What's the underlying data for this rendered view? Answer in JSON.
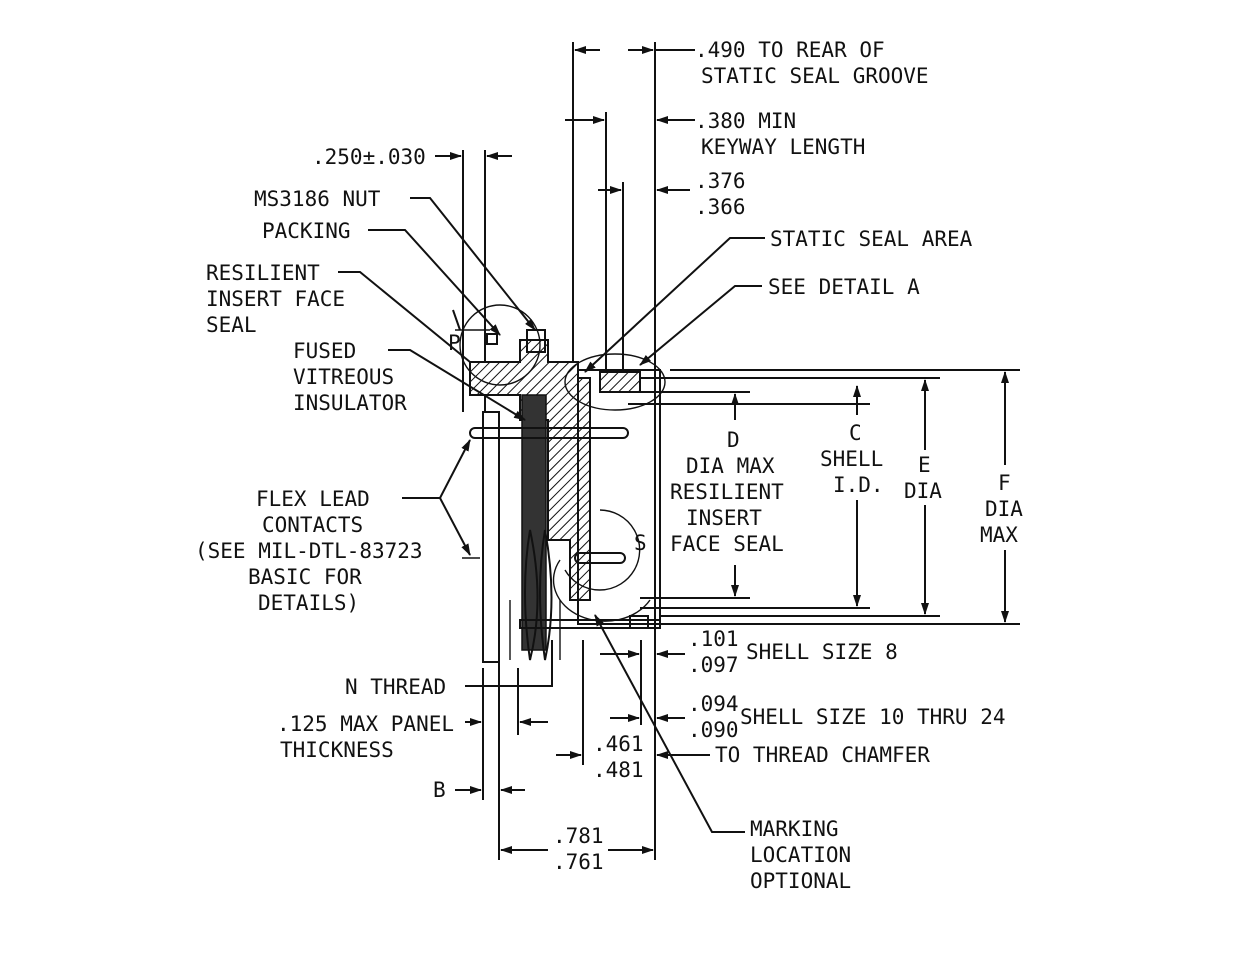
{
  "labels": {
    "rear_groove_1": ".490 TO REAR OF",
    "rear_groove_2": "STATIC SEAL GROOVE",
    "keyway_1": ".380 MIN",
    "keyway_2": "KEYWAY LENGTH",
    "dim_376": ".376",
    "dim_366": ".366",
    "dim_250": ".250±.030",
    "nut": "MS3186 NUT",
    "packing": "PACKING",
    "resilient_1": "RESILIENT",
    "resilient_2": "INSERT FACE",
    "resilient_3": "SEAL",
    "fused_1": "FUSED",
    "fused_2": "VITREOUS",
    "fused_3": "INSULATOR",
    "static_seal": "STATIC SEAL AREA",
    "detail_a": "SEE DETAIL A",
    "p": "P",
    "s": "S",
    "d_1": "D",
    "d_2": "DIA MAX",
    "d_3": "RESILIENT",
    "d_4": "INSERT",
    "d_5": "FACE SEAL",
    "c_1": "C",
    "c_2": "SHELL",
    "c_3": "I.D.",
    "e_1": "E",
    "e_2": "DIA",
    "f_1": "F",
    "f_2": "DIA",
    "f_3": "MAX",
    "flex_1": "FLEX LEAD",
    "flex_2": "CONTACTS",
    "flex_3": "(SEE MIL-DTL-83723",
    "flex_4": "BASIC FOR",
    "flex_5": "DETAILS)",
    "dim_101": ".101",
    "dim_097": ".097",
    "shell8": "SHELL SIZE 8",
    "n_thread": "N THREAD",
    "dim_094": ".094",
    "dim_090": ".090",
    "shell10": "SHELL SIZE 10 THRU 24",
    "panel_1": ".125 MAX PANEL",
    "panel_2": "THICKNESS",
    "dim_461": ".461",
    "dim_481": ".481",
    "chamfer": "TO THREAD CHAMFER",
    "b": "B",
    "dim_781": ".781",
    "dim_761": ".761",
    "marking_1": "MARKING",
    "marking_2": "LOCATION",
    "marking_3": "OPTIONAL"
  }
}
